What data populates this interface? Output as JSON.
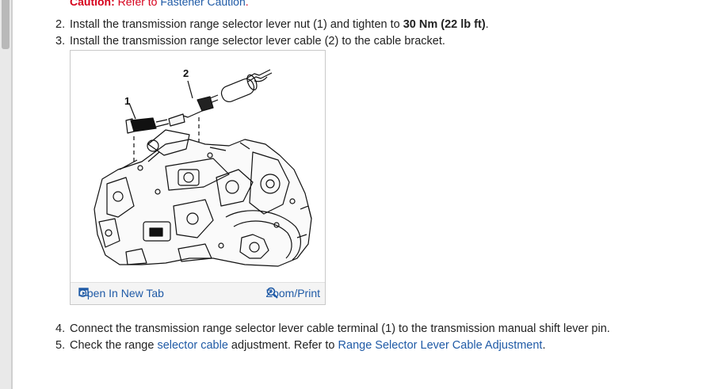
{
  "caution": {
    "label": "Caution:",
    "text": " Refer to ",
    "link": "Fastener Caution",
    "end": "."
  },
  "steps": [
    {
      "num": "2.",
      "pre": "Install the transmission range selector lever nut (1) and tighten to ",
      "bold": "30 Nm (22 lb ft)",
      "post": "."
    },
    {
      "num": "3.",
      "text": "Install the transmission range selector lever cable (2) to the cable bracket."
    },
    {
      "num": "4.",
      "text": "Connect the transmission range selector lever cable terminal (1) to the transmission manual shift lever pin."
    },
    {
      "num": "5.",
      "pre": "Check the range ",
      "link1": "selector cable",
      "mid": " adjustment. Refer to ",
      "link2": "Range Selector Lever Cable Adjustment",
      "post": "."
    }
  ],
  "figure": {
    "callout1": "1",
    "callout2": "2",
    "open_label": "Open In New Tab",
    "zoom_label": "Zoom/Print",
    "open_icon": "open-new-tab-icon",
    "zoom_icon": "magnifier-icon"
  },
  "colors": {
    "link": "#1f5aa6",
    "caution": "#d6001c"
  }
}
